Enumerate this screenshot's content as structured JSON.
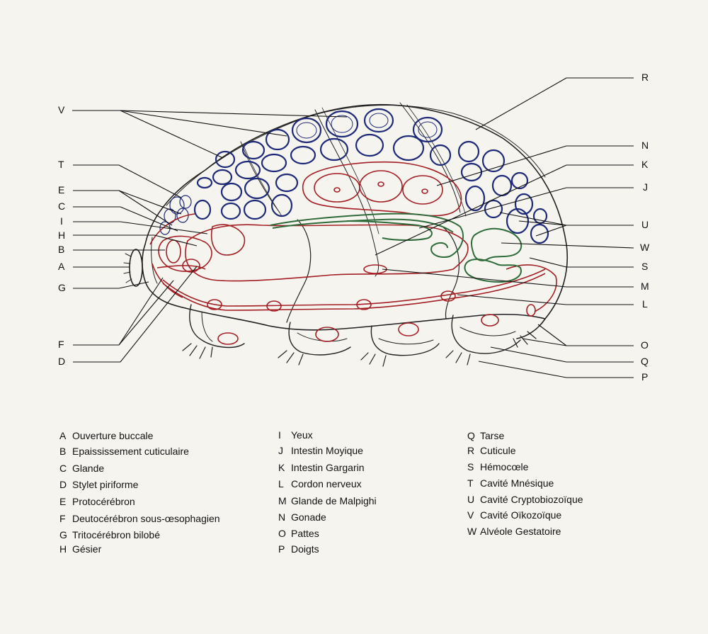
{
  "colors": {
    "background": "#f5f4ef",
    "outline": "#222222",
    "red_structures": "#a31f24",
    "blue_cavities": "#1e2a78",
    "green_structures": "#2f6b3a"
  },
  "callouts": [
    "V",
    "T",
    "E",
    "C",
    "I",
    "H",
    "B",
    "A",
    "G",
    "F",
    "D",
    "R",
    "N",
    "K",
    "J",
    "U",
    "W",
    "S",
    "M",
    "L",
    "O",
    "Q",
    "P"
  ],
  "legend": [
    {
      "key": "A",
      "text": "Ouverture buccale"
    },
    {
      "key": "B",
      "text": "Epaississement cuticulaire"
    },
    {
      "key": "C",
      "text": "Glande"
    },
    {
      "key": "D",
      "text": "Stylet piriforme"
    },
    {
      "key": "E",
      "text": "Protocérébron"
    },
    {
      "key": "F",
      "text": "Deutocérébron sous-œsophagien"
    },
    {
      "key": "G",
      "text": "Tritocérébron bilobé"
    },
    {
      "key": "H",
      "text": "Gésier"
    },
    {
      "key": "I",
      "text": "Yeux"
    },
    {
      "key": "J",
      "text": "Intestin Moyique"
    },
    {
      "key": "K",
      "text": "Intestin Gargarin"
    },
    {
      "key": "L",
      "text": "Cordon nerveux"
    },
    {
      "key": "M",
      "text": "Glande de Malpighi"
    },
    {
      "key": "N",
      "text": "Gonade"
    },
    {
      "key": "O",
      "text": "Pattes"
    },
    {
      "key": "P",
      "text": "Doigts"
    },
    {
      "key": "Q",
      "text": "Tarse"
    },
    {
      "key": "R",
      "text": "Cuticule"
    },
    {
      "key": "S",
      "text": "Hémocœle"
    },
    {
      "key": "T",
      "text": "Cavité Mnésique"
    },
    {
      "key": "U",
      "text": "Cavité Cryptobiozoïque"
    },
    {
      "key": "V",
      "text": "Cavité Oïkozoïque"
    },
    {
      "key": "W",
      "text": "Alvéole Gestatoire"
    }
  ]
}
